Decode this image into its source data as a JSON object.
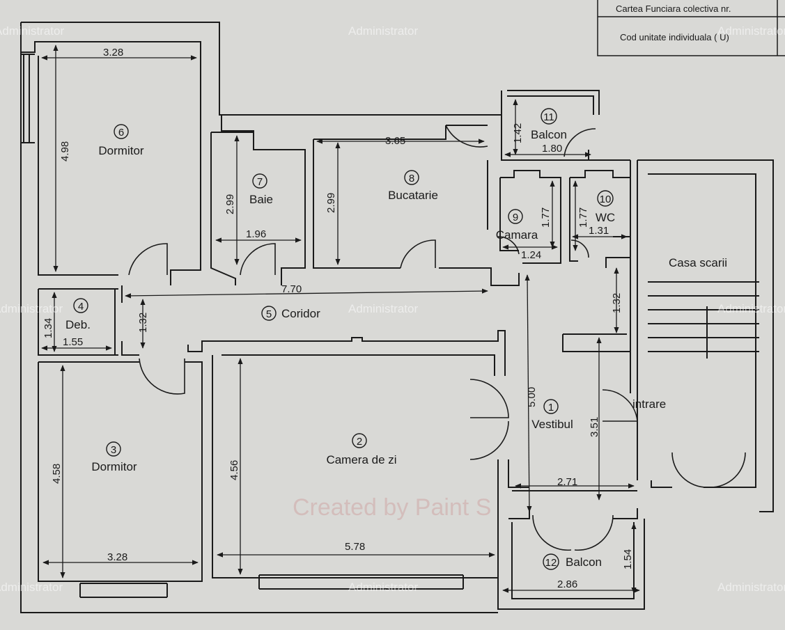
{
  "header_table": {
    "row1": "Cartea Funciara colectiva nr.",
    "row2": "Cod unitate individuala ( U)"
  },
  "watermarks": {
    "w1": "Administrator",
    "w2": "Administrator",
    "w3": "Administrator",
    "w4": "Administrator",
    "w5": "Administrator",
    "w6": "Administrator",
    "w7": "Administrator",
    "w8": "Administrator",
    "w9": "Administrator",
    "paint": "Created by Paint S"
  },
  "rooms": [
    {
      "num": "6",
      "name": "Dormitor"
    },
    {
      "num": "7",
      "name": "Baie"
    },
    {
      "num": "8",
      "name": "Bucatarie"
    },
    {
      "num": "11",
      "name": "Balcon"
    },
    {
      "num": "9",
      "name": "Camara"
    },
    {
      "num": "10",
      "name": "WC"
    },
    {
      "num": "4",
      "name": "Deb."
    },
    {
      "num": "5",
      "name": "Coridor"
    },
    {
      "num": "3",
      "name": "Dormitor"
    },
    {
      "num": "2",
      "name": "Camera de zi"
    },
    {
      "num": "1",
      "name": "Vestibul"
    },
    {
      "num": "12",
      "name": "Balcon"
    }
  ],
  "labels": {
    "casa_scarii": "Casa scarii",
    "intrare": "intrare"
  },
  "dims": {
    "d6w": "3.28",
    "d6h": "4.98",
    "d7h": "2.99",
    "d7w": "1.96",
    "d8w": "3.65",
    "d8h": "2.99",
    "d11h": "1.42",
    "d11w": "1.80",
    "d9h": "1.77",
    "d9w": "1.24",
    "d10h": "1.77",
    "d10w": "1.31",
    "d5w": "7.70",
    "d4h": "1.34",
    "d4w": "1.55",
    "d5h": "1.32",
    "dstair": "1.32",
    "d3h": "4.58",
    "d3w": "3.28",
    "d2h": "4.56",
    "d2w": "5.78",
    "d1h": "5.00",
    "d1b": "3.51",
    "d1w": "2.71",
    "d12h": "1.54",
    "d12w": "2.86"
  },
  "colors": {
    "paper": "#d9d9d6",
    "ink": "#1a1a1a",
    "watermark_red": "#c94a4a"
  }
}
